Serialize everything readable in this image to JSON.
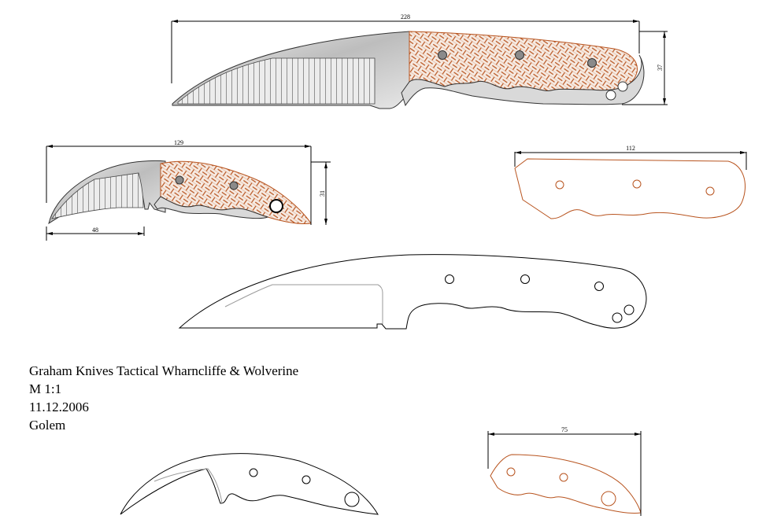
{
  "caption": {
    "title": "Graham Knives Tactical Wharncliffe & Wolverine",
    "scale": "M 1:1",
    "date": "11.12.2006",
    "author": "Golem"
  },
  "dimensions": {
    "wharncliffe_length": "228",
    "wharncliffe_height": "37",
    "wolverine_length": "129",
    "wolverine_height": "31",
    "wolverine_blade": "48",
    "wharncliffe_scale_length": "112",
    "wolverine_scale_length": "75"
  },
  "colors": {
    "handle_stroke": "#b8541f",
    "handle_fill": "#f4e6dc",
    "blade_steel": "#c9c9c9",
    "pin": "#8a8a8a"
  }
}
